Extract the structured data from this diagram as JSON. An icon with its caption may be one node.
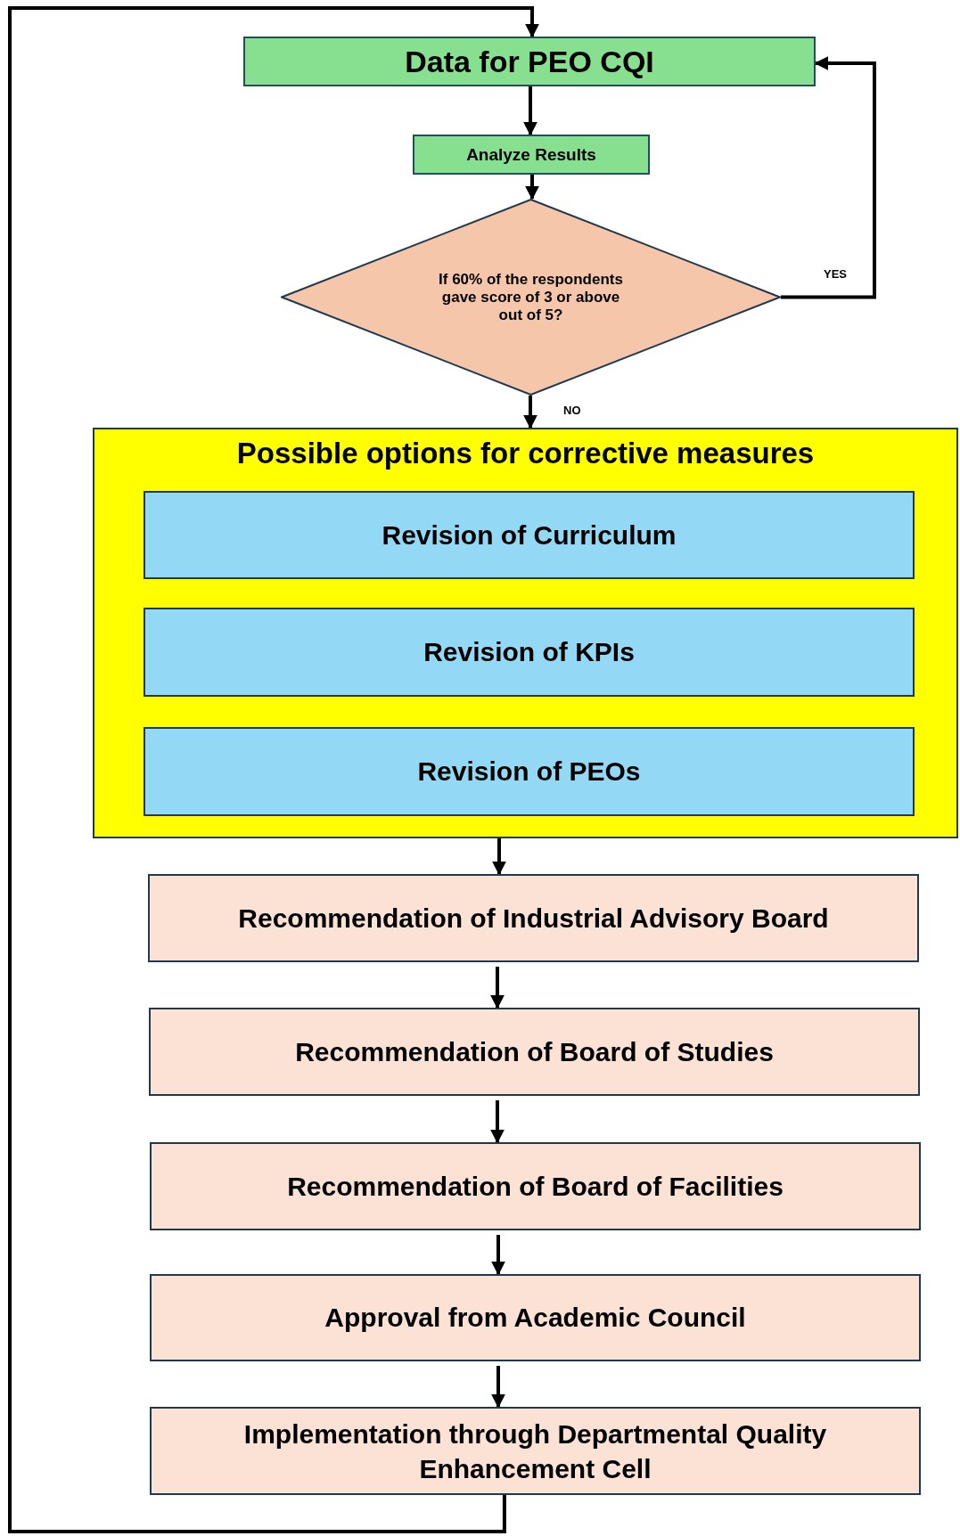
{
  "diagram": {
    "nodes": [
      {
        "text": [
          "Data for PEO CQI"
        ]
      },
      {
        "text": [
          "Analyze Results"
        ]
      },
      {
        "text": [
          "If 60% of the respondents gave score of 3 or above out of 5?"
        ]
      },
      {
        "text": [
          "Possible options for corrective measures"
        ]
      },
      {
        "text": [
          "Revision of Curriculum"
        ],
        "in": 3
      },
      {
        "text": [
          "Revision of KPIs"
        ],
        "in": 3
      },
      {
        "text": [
          "Revision of PEOs"
        ],
        "in": 3
      },
      {
        "text": [
          "Recommendation of Industrial Advisory Board"
        ]
      },
      {
        "text": [
          "Recommendation of Board of Studies"
        ]
      },
      {
        "text": [
          "Recommendation of Board of Facilities"
        ]
      },
      {
        "text": [
          "Approval from Academic Council"
        ]
      },
      {
        "text": [
          "Implementation through Departmental Quality Enhancement Cell"
        ]
      }
    ],
    "edges": [
      {
        "from": 0,
        "to": 1,
        "arrow": "to"
      },
      {
        "from": 1,
        "to": 2,
        "arrow": "to"
      },
      {
        "from": 2,
        "to": 0,
        "arrow": "to",
        "label": "YES"
      },
      {
        "from": 2,
        "to": 3,
        "arrow": "to",
        "label": "NO"
      },
      {
        "from": 3,
        "to": 7,
        "arrow": "to"
      },
      {
        "from": 7,
        "to": 8,
        "arrow": "to"
      },
      {
        "from": 8,
        "to": 9,
        "arrow": "to"
      },
      {
        "from": 9,
        "to": 10,
        "arrow": "to"
      },
      {
        "from": 10,
        "to": 11,
        "arrow": "to"
      },
      {
        "from": 11,
        "to": 0,
        "arrow": "to"
      }
    ]
  }
}
